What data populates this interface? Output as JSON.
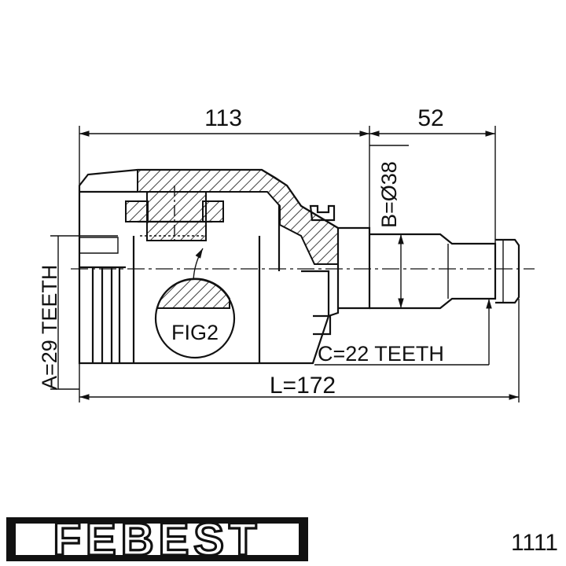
{
  "drawing": {
    "dim_113": "113",
    "dim_52": "52",
    "dim_length": "L=172",
    "dim_diameter": "B=Ø38",
    "label_teeth_a": "A=29 TEETH",
    "label_teeth_c": "C=22 TEETH",
    "fig_label": "FIG2"
  },
  "brand": {
    "logo_text": "FEBEST",
    "part_number": "1111"
  }
}
